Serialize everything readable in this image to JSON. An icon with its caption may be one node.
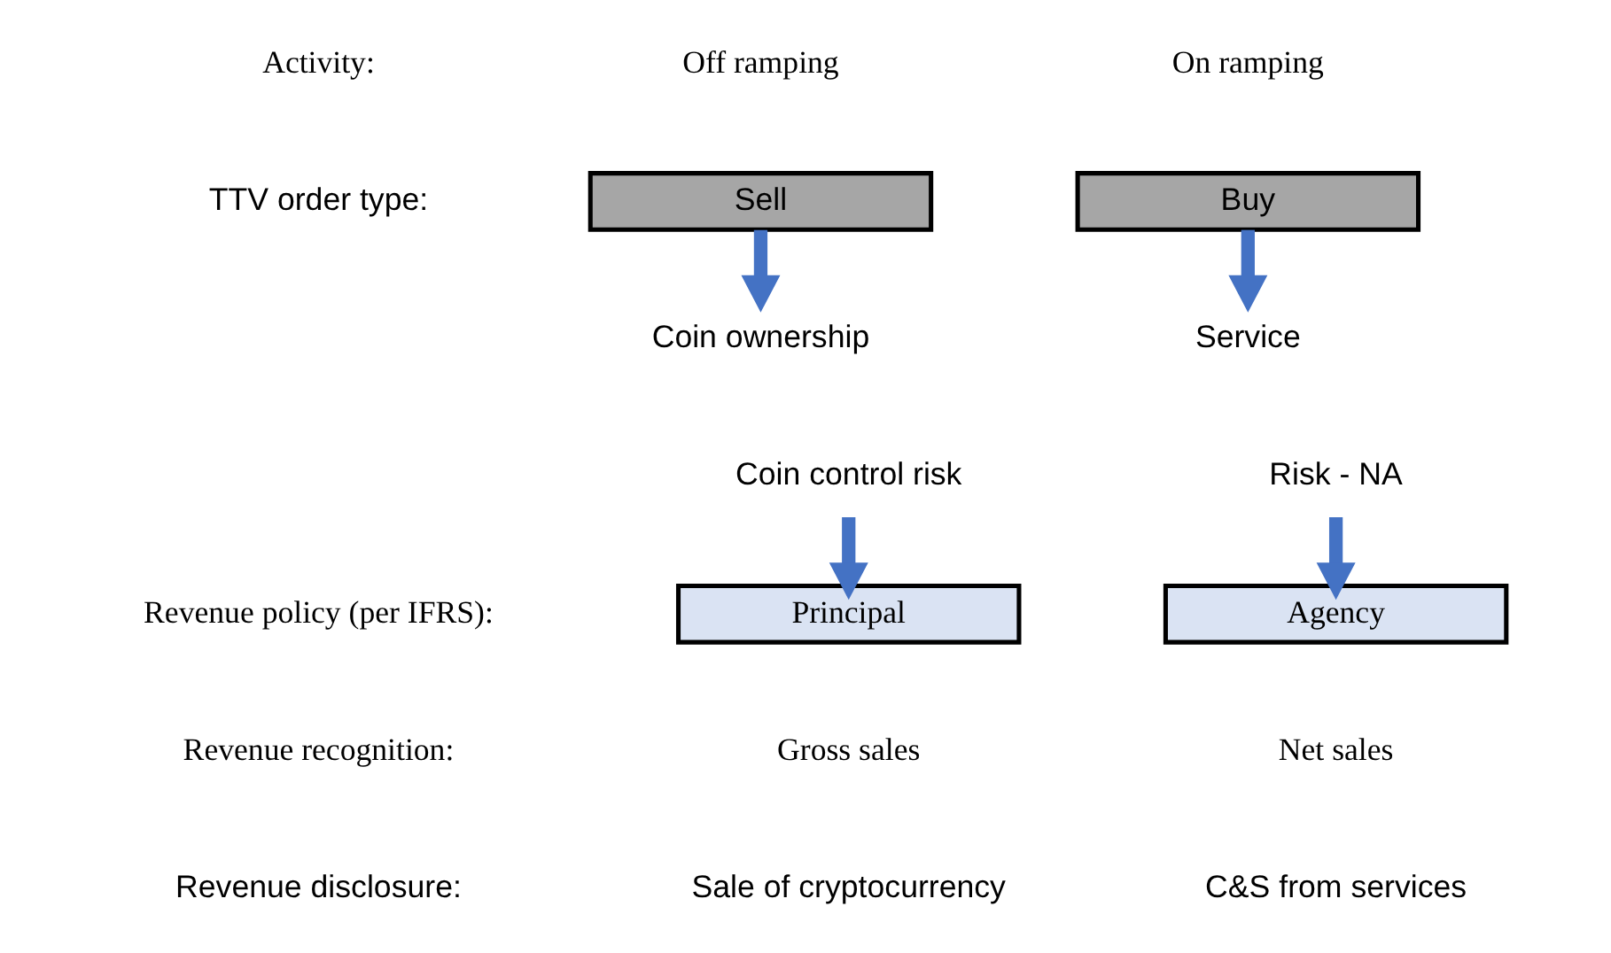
{
  "diagram": {
    "nodes": [
      {
        "text": [
          "Sell"
        ]
      },
      {
        "text": [
          "Buy"
        ]
      },
      {
        "text": [
          "Coin ownership"
        ]
      },
      {
        "text": [
          "Service"
        ]
      },
      {
        "text": [
          "Coin control risk"
        ]
      },
      {
        "text": [
          "Risk - NA"
        ]
      },
      {
        "text": [
          "Principal"
        ]
      },
      {
        "text": [
          "Agency"
        ]
      }
    ],
    "edges": [
      {
        "from": 0,
        "to": 2,
        "arrow": "to"
      },
      {
        "from": 4,
        "to": 6,
        "arrow": "to"
      },
      {
        "from": 1,
        "to": 3,
        "arrow": "to"
      },
      {
        "from": 5,
        "to": 7,
        "arrow": "to"
      }
    ],
    "labels": [
      "Activity:",
      "Off ramping",
      "On ramping",
      "TTV order type:",
      "Revenue policy (per IFRS):",
      "Revenue recognition:",
      "Gross sales",
      "Net sales",
      "Revenue disclosure:",
      "Sale of cryptocurrency",
      "C&S from services"
    ]
  }
}
